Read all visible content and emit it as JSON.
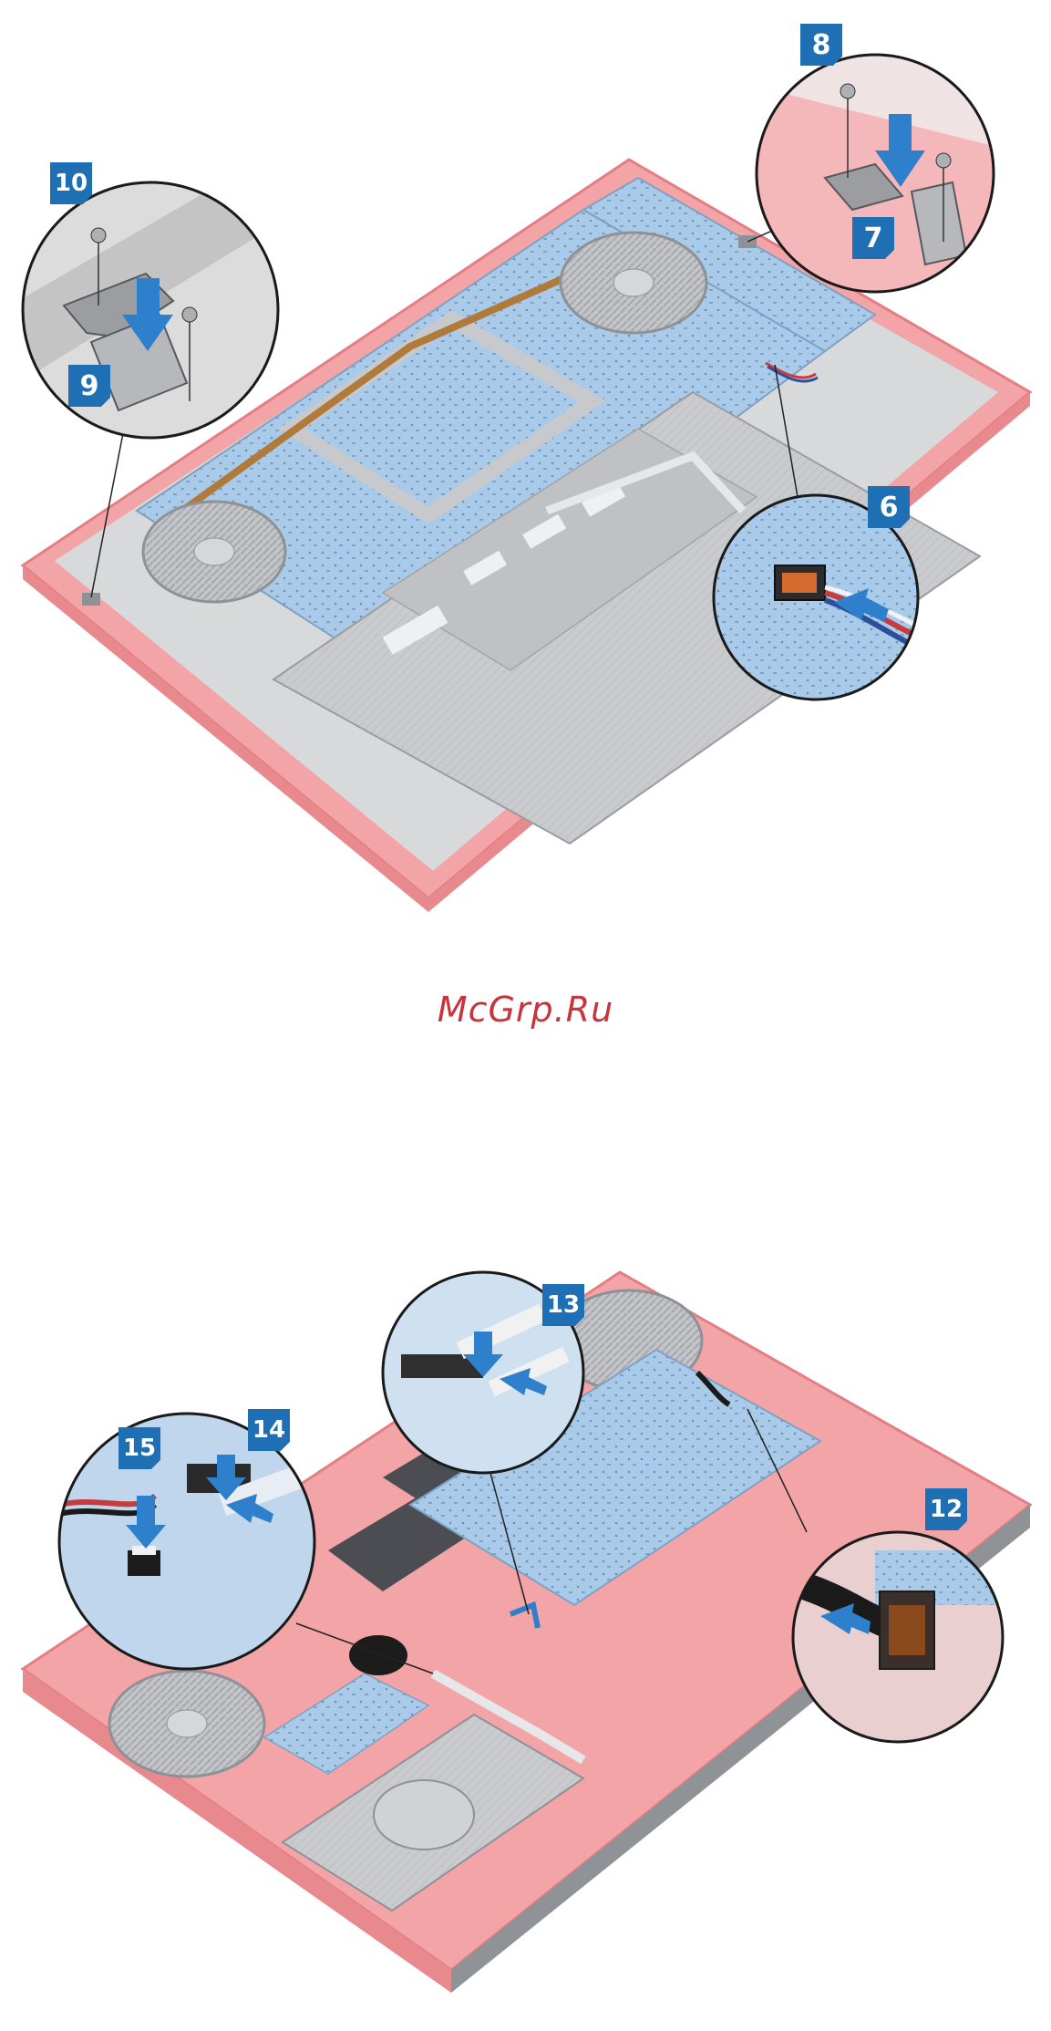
{
  "watermark": "McGrp.Ru",
  "callouts": {
    "c6": "6",
    "c7": "7",
    "c8": "8",
    "c9": "9",
    "c10": "10",
    "c12": "12",
    "c13": "13",
    "c14": "14",
    "c15": "15"
  },
  "colors": {
    "chassis": "#f3a4a6",
    "chassis_edge": "#e37f84",
    "board": "#9fc3e6",
    "shield": "#c7c9cc",
    "accent_blue": "#1f6fb5",
    "watermark": "#c9333c"
  }
}
